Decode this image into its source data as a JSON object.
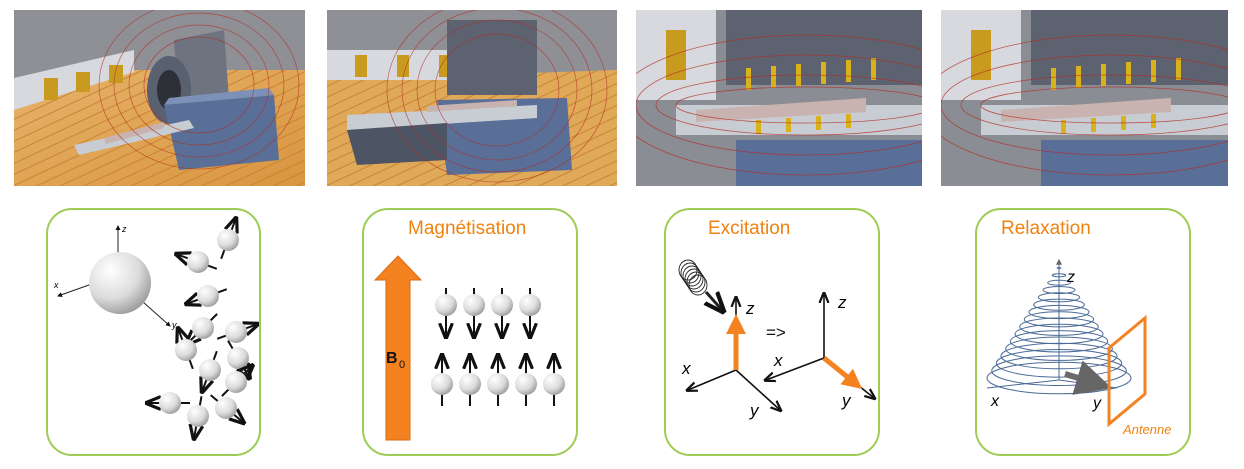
{
  "scenes": [
    {
      "name": "mri-scene-1"
    },
    {
      "name": "mri-scene-2"
    },
    {
      "name": "mri-scene-3"
    },
    {
      "name": "mri-scene-4"
    }
  ],
  "panels": {
    "spins": {
      "axis_z": "z",
      "axis_x": "x",
      "axis_y": "y"
    },
    "magnetisation": {
      "title": "Magnétisation",
      "field_label": "B",
      "field_subscript": "0"
    },
    "excitation": {
      "title": "Excitation",
      "arrow_text": "=>",
      "z1": "z",
      "x1": "x",
      "y1": "y",
      "z2": "z",
      "x2": "x",
      "y2": "y"
    },
    "relaxation": {
      "title": "Relaxation",
      "z": "z",
      "x": "x",
      "y": "y",
      "antenna": "Antenne"
    }
  },
  "colors": {
    "accent": "#f0820f",
    "frame": "#9dcc55",
    "field_line": "#b52a22",
    "coil": "#d9b21b",
    "spiral": "#4a6a96"
  }
}
